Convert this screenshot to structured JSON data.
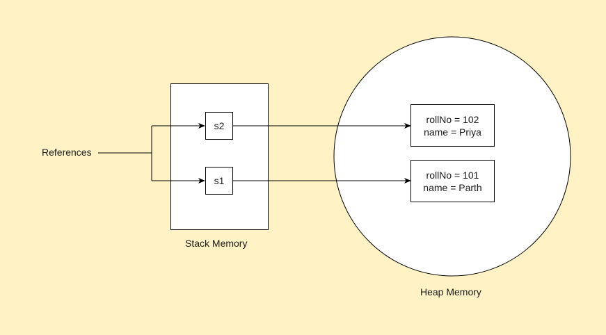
{
  "references_label": "References",
  "stack": {
    "label": "Stack Memory",
    "refs": [
      "s2",
      "s1"
    ]
  },
  "heap": {
    "label": "Heap Memory",
    "objects": [
      {
        "line1": "rollNo = 102",
        "line2": "name = Priya"
      },
      {
        "line1": "rollNo = 101",
        "line2": "name = Parth"
      }
    ]
  },
  "colors": {
    "background": "#fff2c4",
    "box_fill": "#ffffff",
    "stroke": "#000000"
  }
}
